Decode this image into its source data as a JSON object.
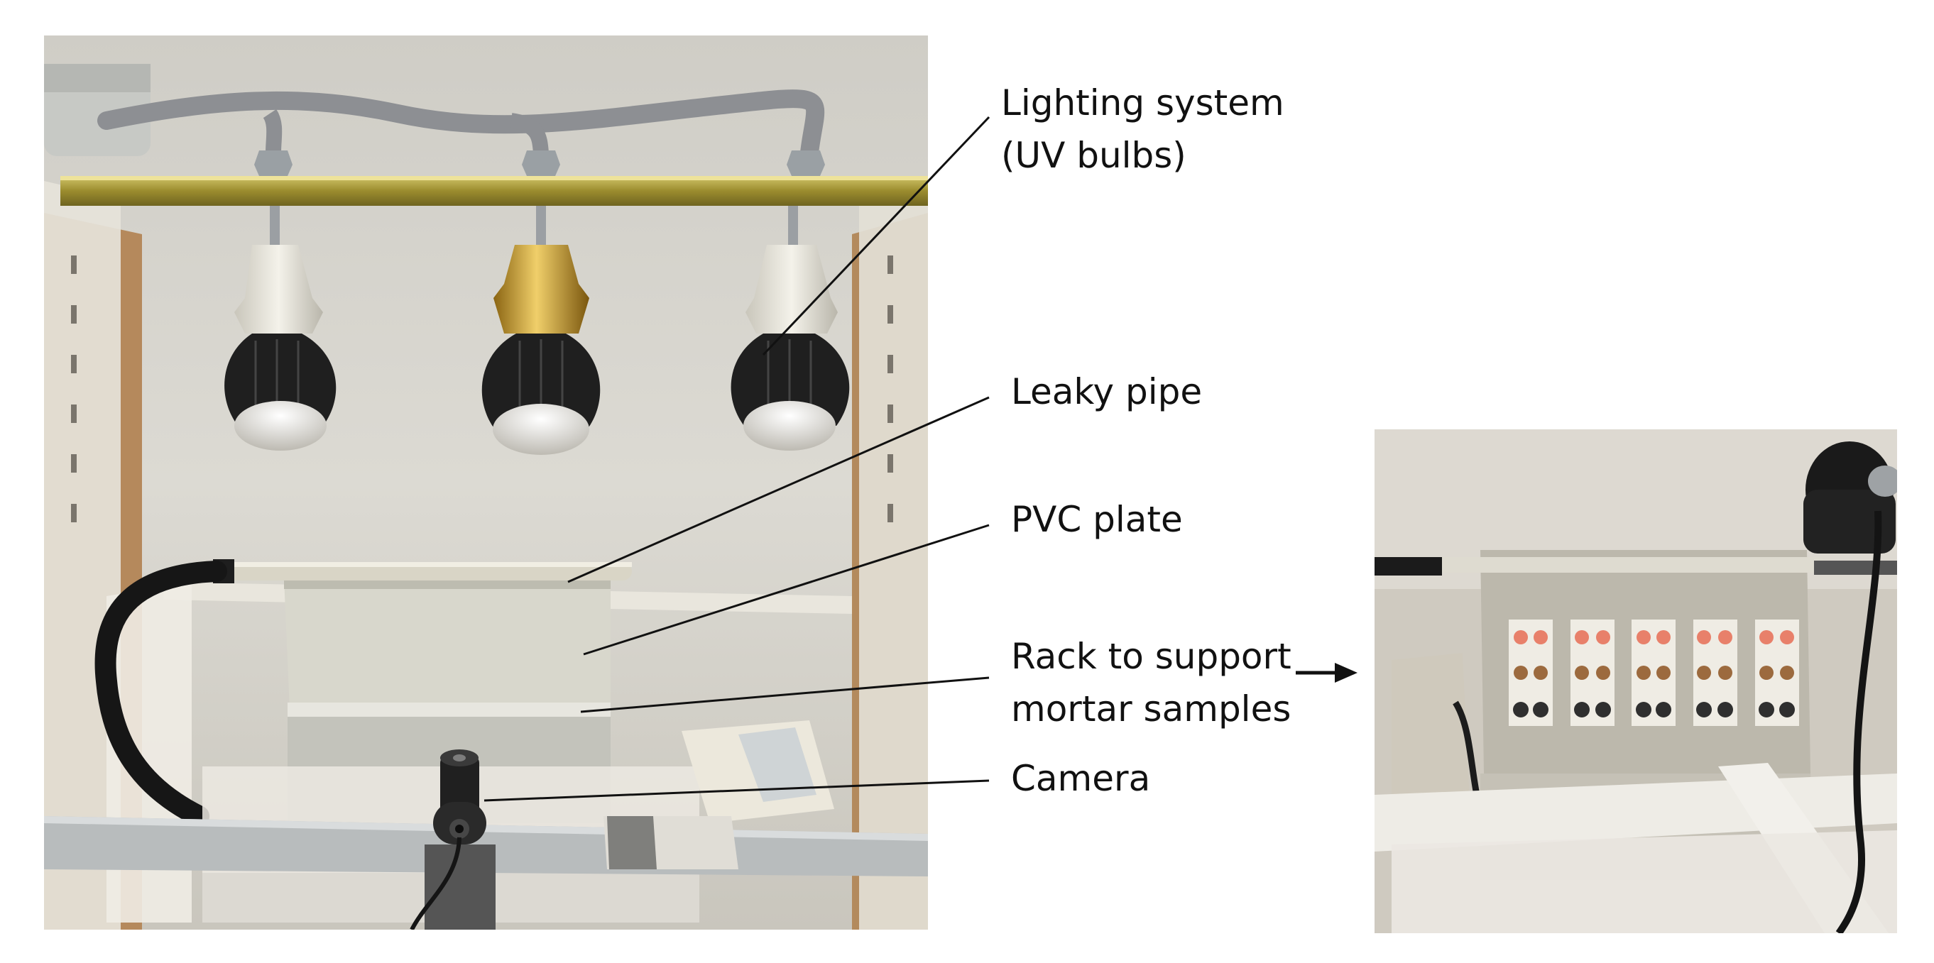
{
  "annotations": {
    "lighting_line1": "Lighting system",
    "lighting_line2": "(UV bulbs)",
    "leaky_pipe": "Leaky pipe",
    "pvc_plate": "PVC plate",
    "rack_line1": "Rack to support",
    "rack_line2": "mortar samples",
    "camera": "Camera"
  },
  "photos": {
    "left": "Experimental cabinet with UV bulbs, leaky pipe, PVC plate, sample rack and camera",
    "right": "Close-up of mortar samples on the rack viewed from the camera side"
  },
  "colors": {
    "background": "#ffffff",
    "text": "#111111",
    "wall": "#d9d8d2",
    "wood": "#b98a5a",
    "brass_rail": "#a89a3c",
    "bulb_black": "#1e1e1e",
    "pipe": "#d4d0c4",
    "stain_orange": "#e8806a",
    "stain_brown": "#9c6a3e",
    "stain_black": "#2f2f2f"
  }
}
